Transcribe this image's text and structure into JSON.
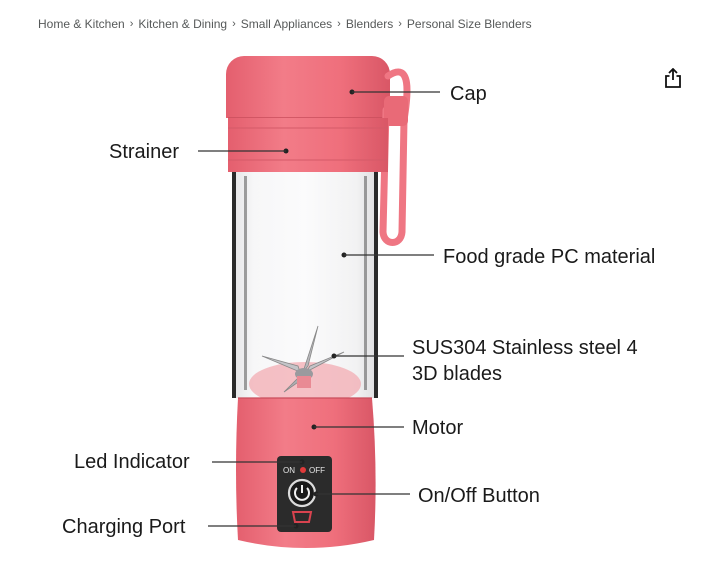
{
  "breadcrumb": {
    "items": [
      "Home & Kitchen",
      "Kitchen & Dining",
      "Small Appliances",
      "Blenders",
      "Personal Size Blenders"
    ],
    "separator": "›"
  },
  "share_icon": "share-icon",
  "image": {
    "labels": {
      "cap": "Cap",
      "strainer": "Strainer",
      "food_grade": "Food grade PC material",
      "blades_line1": "SUS304 Stainless steel 4",
      "blades_line2": "3D blades",
      "motor": "Motor",
      "led": "Led Indicator",
      "onoff": "On/Off Button",
      "charging": "Charging Port"
    },
    "switch_on": "ON",
    "switch_off": "OFF",
    "colors": {
      "body": "#ef6f7c",
      "body_shadow": "#d95766",
      "glass": "#eeeeef",
      "panel": "#2b2b2b"
    }
  }
}
